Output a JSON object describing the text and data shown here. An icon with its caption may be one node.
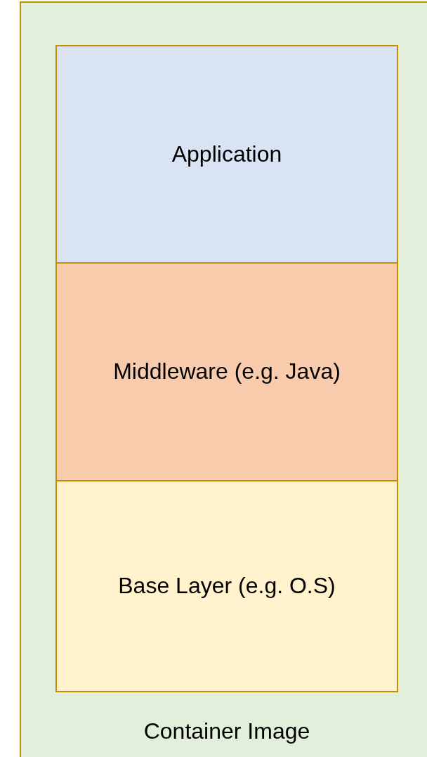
{
  "diagram": {
    "nodes": [
      {
        "text": [
          "Container Image"
        ]
      },
      {
        "text": [
          "Application"
        ],
        "in": 0
      },
      {
        "text": [
          "Middleware (e.g. Java)"
        ],
        "in": 0
      },
      {
        "text": [
          "Base Layer (e.g. O.S)"
        ],
        "in": 0
      }
    ]
  }
}
